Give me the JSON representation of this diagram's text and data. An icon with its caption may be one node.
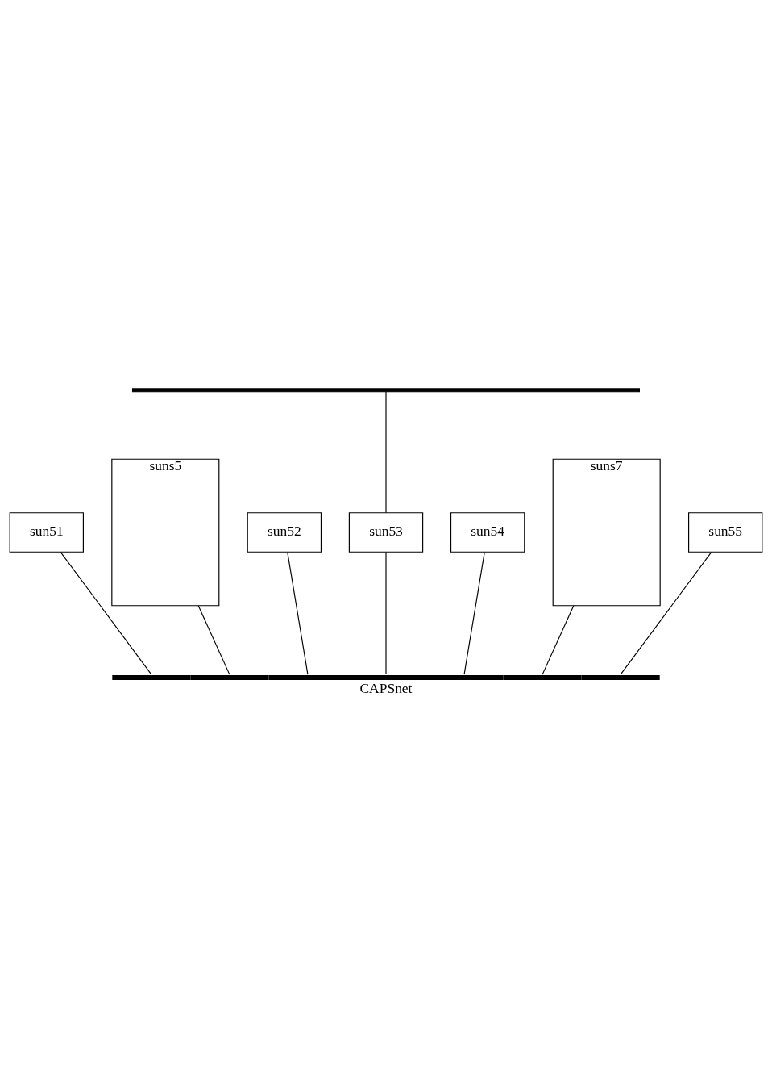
{
  "diagram": {
    "nodes": [
      {
        "text": [],
        "shape": "bar"
      },
      {
        "text": [
          "suns5"
        ]
      },
      {
        "text": [
          "suns7"
        ]
      },
      {
        "text": [
          "sun51"
        ]
      },
      {
        "text": [
          "sun52"
        ]
      },
      {
        "text": [
          "sun53"
        ]
      },
      {
        "text": [
          "sun54"
        ]
      },
      {
        "text": [
          "sun55"
        ]
      },
      {
        "text": [
          "CAPSnet"
        ]
      }
    ],
    "edges": [
      {
        "from": 0,
        "to": 5,
        "arrow": "none"
      },
      {
        "from": 1,
        "to": 8,
        "arrow": "none"
      },
      {
        "from": 3,
        "to": 8,
        "arrow": "none"
      },
      {
        "from": 4,
        "to": 8,
        "arrow": "none"
      },
      {
        "from": 5,
        "to": 8,
        "arrow": "none"
      },
      {
        "from": 6,
        "to": 8,
        "arrow": "none"
      },
      {
        "from": 2,
        "to": 8,
        "arrow": "none"
      },
      {
        "from": 7,
        "to": 8,
        "arrow": "none"
      }
    ]
  }
}
